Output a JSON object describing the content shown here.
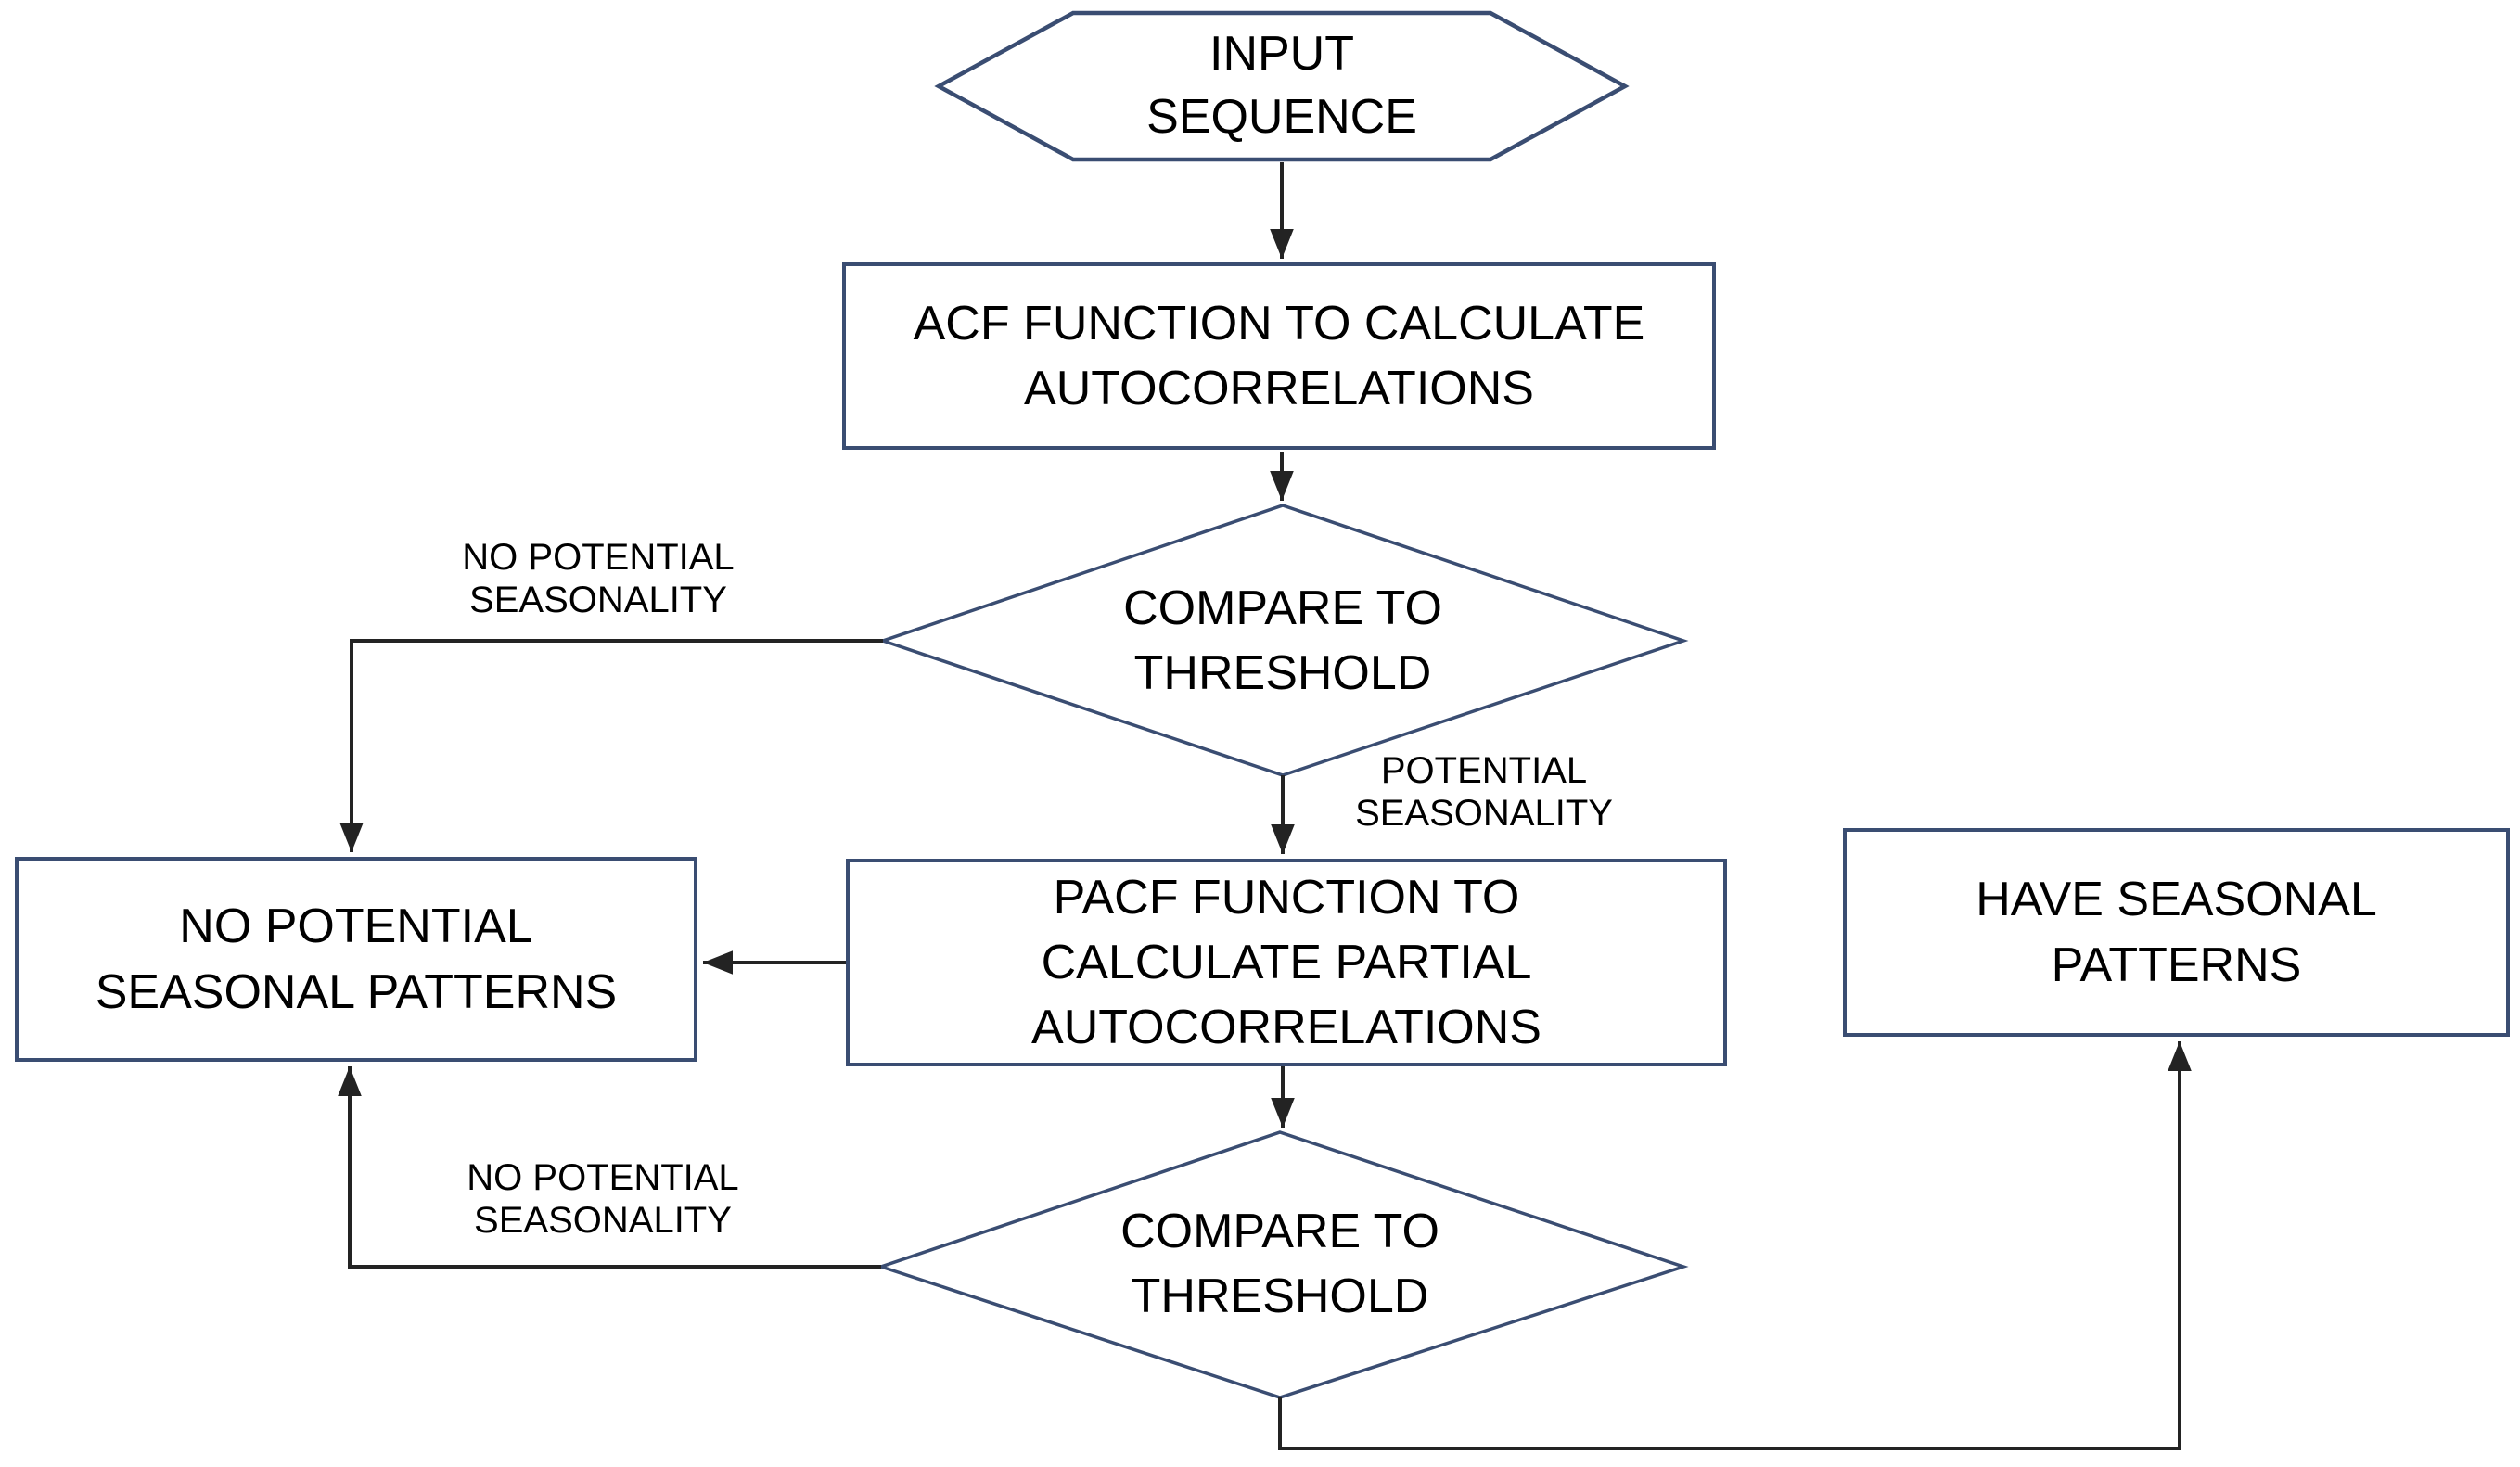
{
  "colors": {
    "shape-border": "#3a4d72",
    "connector": "#232323",
    "text": "#000000",
    "bg": "#ffffff"
  },
  "nodes": {
    "input": {
      "shape": "hexagon",
      "label": "INPUT\nSEQUENCE"
    },
    "acf": {
      "shape": "rect",
      "label": "ACF FUNCTION TO CALCULATE\nAUTOCORRELATIONS"
    },
    "compare1": {
      "shape": "diamond",
      "label": "COMPARE TO\nTHRESHOLD"
    },
    "no_seasonal": {
      "shape": "rect",
      "label": "NO POTENTIAL\nSEASONAL PATTERNS"
    },
    "pacf": {
      "shape": "rect",
      "label": "PACF FUNCTION TO\nCALCULATE PARTIAL\nAUTOCORRELATIONS"
    },
    "have_seasonal": {
      "shape": "rect",
      "label": "HAVE SEASONAL\nPATTERNS"
    },
    "compare2": {
      "shape": "diamond",
      "label": "COMPARE TO\nTHRESHOLD"
    }
  },
  "edge_labels": {
    "no_potential_1": "NO POTENTIAL\nSEASONALITY",
    "potential": "POTENTIAL\nSEASONALITY",
    "no_potential_2": "NO POTENTIAL\nSEASONALITY"
  }
}
